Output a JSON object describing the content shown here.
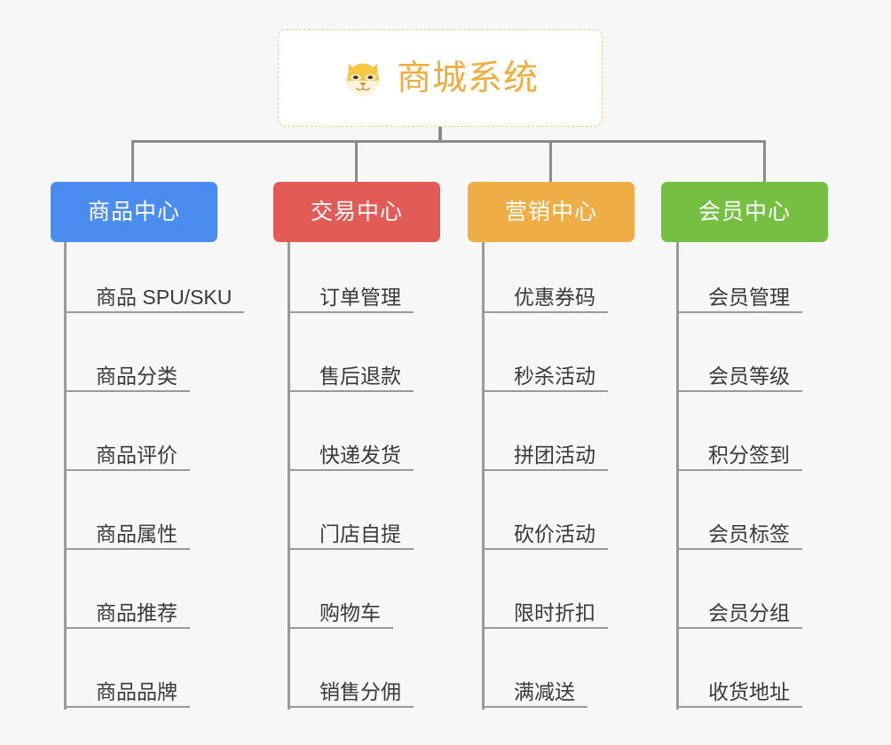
{
  "background_color": "#f7f7f7",
  "connector_color": "#8c8c8c",
  "root": {
    "title": "商城系统",
    "icon": "shiba-dog-face-icon",
    "text_color": "#f0ad3e",
    "border_color": "#e8c98a",
    "background_color": "#ffffff"
  },
  "categories": [
    {
      "label": "商品中心",
      "color": "#4a8cf0",
      "items": [
        "商品 SPU/SKU",
        "商品分类",
        "商品评价",
        "商品属性",
        "商品推荐",
        "商品品牌"
      ]
    },
    {
      "label": "交易中心",
      "color": "#e35b57",
      "items": [
        "订单管理",
        "售后退款",
        "快递发货",
        "门店自提",
        "购物车",
        "销售分佣"
      ]
    },
    {
      "label": "营销中心",
      "color": "#eead45",
      "items": [
        "优惠券码",
        "秒杀活动",
        "拼团活动",
        "砍价活动",
        "限时折扣",
        "满减送"
      ]
    },
    {
      "label": "会员中心",
      "color": "#75c043",
      "items": [
        "会员管理",
        "会员等级",
        "积分签到",
        "会员标签",
        "会员分组",
        "收货地址"
      ]
    }
  ]
}
